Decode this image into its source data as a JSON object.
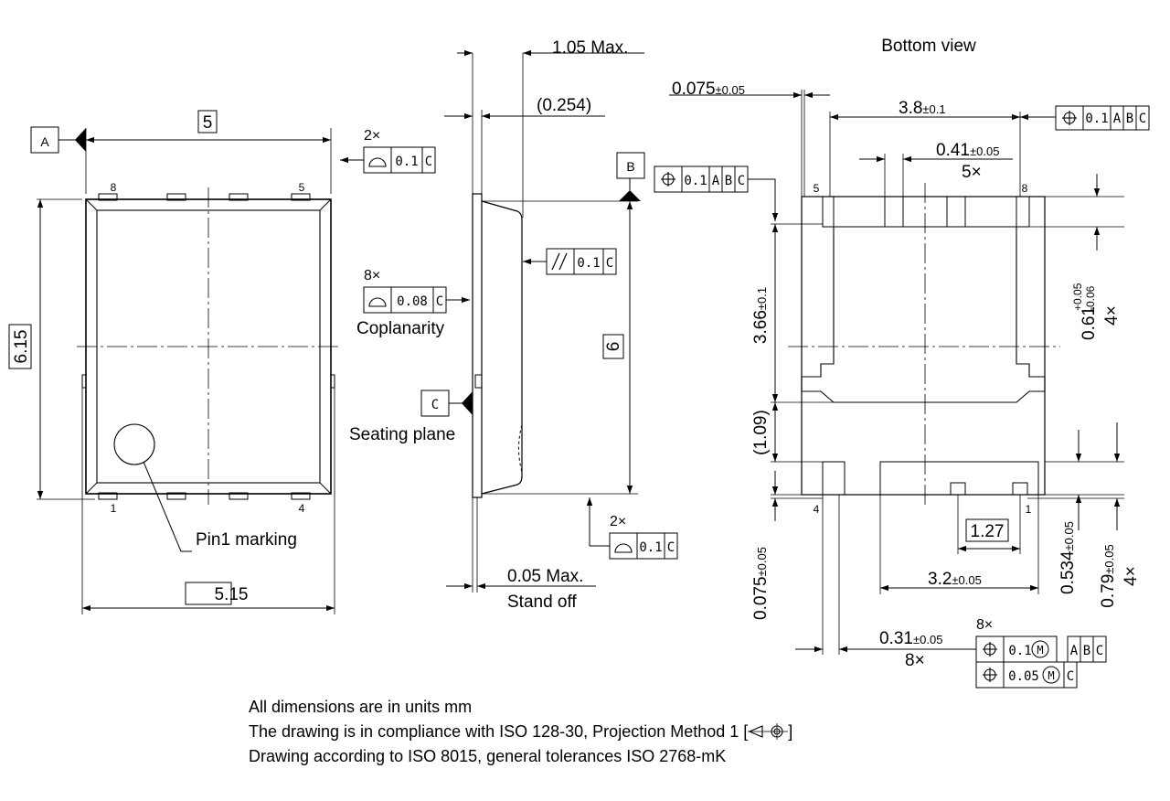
{
  "front_view": {
    "datum_a": "A",
    "dim_width": "5",
    "dim_height": "6.15",
    "dim_overall": "5.15",
    "pin_top_left": "8",
    "pin_top_right": "5",
    "pin_bottom_left": "1",
    "pin_bottom_right": "4",
    "pin1_label": "Pin1 marking",
    "fcf_count": "2×",
    "fcf_value": "0.1",
    "fcf_datum": "C"
  },
  "side_view": {
    "dim_max_height": "1.05 Max.",
    "dim_254": "(0.254)",
    "datum_b": "B",
    "datum_c": "C",
    "parallel_value": "0.1",
    "parallel_datum": "C",
    "coplan_count": "8×",
    "coplan_value": "0.08",
    "coplan_datum": "C",
    "coplanarity_label": "Coplanarity",
    "seating_label": "Seating plane",
    "dim_length": "6",
    "standoff_value": "0.05 Max.",
    "standoff_label": "Stand off",
    "bottom_fcf_count": "2×",
    "bottom_fcf_value": "0.1",
    "bottom_fcf_datum": "C",
    "pos_fcf_value": "0.1",
    "pos_fcf_datums": [
      "A",
      "B",
      "C"
    ]
  },
  "bottom_view": {
    "title": "Bottom view",
    "dim_075_top": "0.075",
    "dim_075_top_tol": "±0.05",
    "dim_38": "3.8",
    "dim_38_tol": "±0.1",
    "fcf_value": "0.1",
    "fcf_datums": [
      "A",
      "B",
      "C"
    ],
    "dim_041": "0.41",
    "dim_041_tol": "±0.05",
    "dim_041_count": "5×",
    "pin_top_left": "5",
    "pin_top_right": "8",
    "pin_bottom_left": "4",
    "pin_bottom_right": "1",
    "dim_366": "3.66",
    "dim_366_tol": "±0.1",
    "dim_061": "0.61",
    "dim_061_tol_up": "+0.05",
    "dim_061_tol_down": "-0.06",
    "dim_061_count": "4×",
    "dim_109": "(1.09)",
    "dim_127": "1.27",
    "dim_32": "3.2",
    "dim_32_tol": "±0.05",
    "dim_0534": "0.534",
    "dim_0534_tol": "±0.05",
    "dim_079": "0.79",
    "dim_079_tol": "±0.05",
    "dim_079_count": "4×",
    "dim_075_bottom": "0.075",
    "dim_075_bottom_tol": "±0.05",
    "dim_031": "0.31",
    "dim_031_tol": "±0.05",
    "dim_031_count": "8×",
    "pos_count": "8×",
    "pos_row1_value": "0.1",
    "pos_row1_datums": [
      "A",
      "B",
      "C"
    ],
    "pos_row2_value": "0.05",
    "pos_row2_datum": "C",
    "mmc_symbol": "M"
  },
  "notes": {
    "line1": "All dimensions are in units mm",
    "line2": "The drawing is in compliance with ISO 128-30, Projection Method 1 [",
    "line2_end": "]",
    "line3": "Drawing according to ISO 8015, general tolerances ISO 2768-mK"
  }
}
